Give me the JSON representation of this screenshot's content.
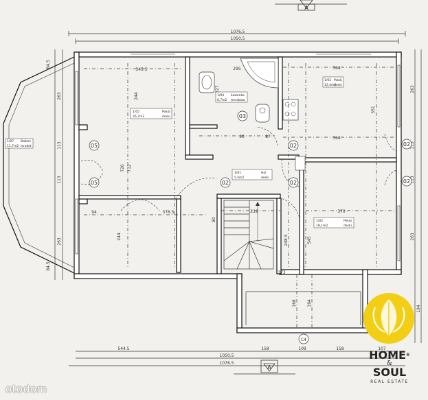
{
  "dimensions": {
    "top_total": "1076.5",
    "top_inner": "1050.5",
    "bottom_total": "1076.5",
    "bottom_inner": "1050.5",
    "bottom_left": "544.5",
    "bottom_mid1": "158",
    "bottom_mid2": "109",
    "bottom_mid3": "158",
    "bottom_right": "107",
    "room_w_left": "345.5",
    "room_w_right": "364",
    "room_w_right2": "364",
    "corridor_w": "376.5",
    "stair_w": "219",
    "lower_right_w": "370",
    "bath_w": "295",
    "left_84_top": "84.5",
    "left_263_top": "263",
    "left_113_a": "113",
    "left_113_b": "113",
    "left_263_bot": "263",
    "left_84_bot": "84.5",
    "right_263_top": "263",
    "right_113_a": "113",
    "right_113_b": "113",
    "right_263_bot": "263",
    "right_194": "194",
    "v_720": "720",
    "v_712": "712",
    "v_244": "244",
    "v_248_5": "248.5",
    "v_244b": "244",
    "v_545": "545",
    "v_351": "351",
    "v_168": "168",
    "v_194": "194",
    "v_373": "373",
    "v_90": "90",
    "v_87": "87",
    "v_94": "94",
    "v_80": "80",
    "v_227": "227"
  },
  "rooms": [
    {
      "code": "1/07",
      "name": "Balkon",
      "area": "11,7m2",
      "floor": "lerakot"
    },
    {
      "code": "1/05",
      "name": "Pokój",
      "area": "26,7m2",
      "floor": "deski"
    },
    {
      "code": "1/04",
      "name": "Łazienka",
      "area": "6,7m2",
      "floor": "terrakota"
    },
    {
      "code": "1/03",
      "name": "Pokój",
      "area": "12,4m2",
      "floor": "deski"
    },
    {
      "code": "1/01",
      "name": "Hol",
      "area": "5,5m2",
      "floor": "deski"
    },
    {
      "code": "1/02",
      "name": "Pokój",
      "area": "18,1m2",
      "floor": "deski"
    }
  ],
  "tags": {
    "t05a": "05",
    "t05b": "05",
    "t03": "03",
    "t02a": "02",
    "t02b": "02",
    "t02c": "02",
    "t02d": "02",
    "t02e": "02",
    "section_top": "A",
    "section_bottom": "A",
    "axis_c": "C4"
  },
  "brand": {
    "line1": "HOME",
    "amp": "&",
    "line3": "SOUL",
    "line4": "REAL ESTATE",
    "reg": "®",
    "logo_color": "#f2cf15"
  },
  "watermark": "otodom"
}
